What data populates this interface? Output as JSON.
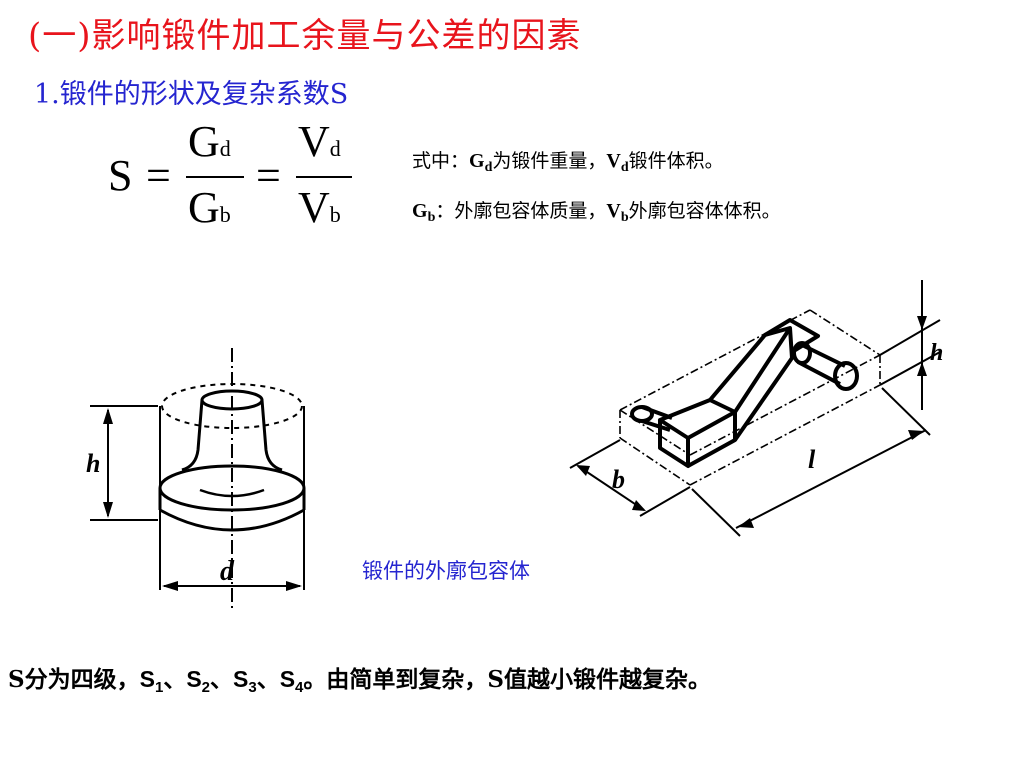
{
  "slide": {
    "title": "(一)影响锻件加工余量与公差的因素",
    "subtitle": "1.锻件的形状及复杂系数S"
  },
  "formula": {
    "lhs": "S",
    "eq": "=",
    "frac1": {
      "num": "G",
      "num_sub": "d",
      "den": "G",
      "den_sub": "b"
    },
    "frac2": {
      "num": "V",
      "num_sub": "d",
      "den": "V",
      "den_sub": "b"
    }
  },
  "definitions": {
    "line1": {
      "prefix": "式中：",
      "sym1": "G",
      "sub1": "d",
      "text1": "为锻件重量，",
      "sym2": "V",
      "sub2": "d",
      "text2": "锻件体积。"
    },
    "line2": {
      "sym1": "G",
      "sub1": "b",
      "text1": "：外廓包容体质量，",
      "sym2": "V",
      "sub2": "b",
      "text2": "外廓包容体体积。"
    }
  },
  "figure": {
    "left_labels": {
      "height": "h",
      "diameter": "d"
    },
    "right_labels": {
      "width": "b",
      "length": "l",
      "height": "h"
    },
    "caption": "锻件的外廓包容体"
  },
  "footer": {
    "p1": "S分为四级，",
    "s": "S",
    "sub1": "1",
    "sub2": "2",
    "sub3": "3",
    "sub4": "4",
    "sep": "、",
    "p2": "。由简单到复杂，",
    "p3": "S值越小锻件越复杂。"
  }
}
